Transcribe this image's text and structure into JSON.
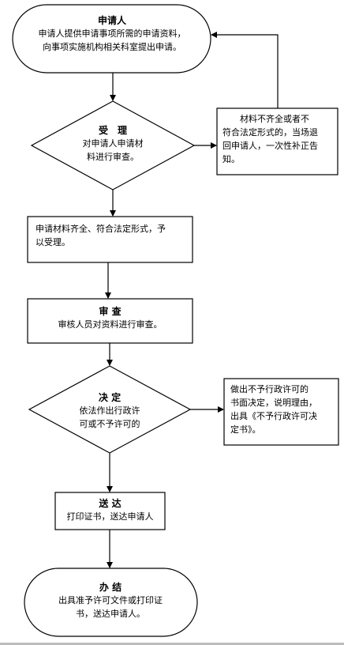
{
  "applicant": {
    "title": "申请人",
    "lines": [
      "申请人提供申请事项所需的申请资料，",
      "向事项实施机构相关科室提出申请。"
    ]
  },
  "acceptance": {
    "title": "受　理",
    "lines": [
      "对申请人申请材",
      "料进行审查。"
    ]
  },
  "incomplete": {
    "lines": [
      "　　材料不齐全或者不",
      "符合法定形式的，当场退",
      "回申请人，一次性补正告",
      "知。"
    ]
  },
  "accepted": {
    "lines": [
      "申请材料齐全、符合法定形式，予",
      "以受理。"
    ]
  },
  "review": {
    "title": "审 查",
    "lines": [
      "审核人员对资料进行审查。"
    ]
  },
  "decision": {
    "title": "决 定",
    "lines": [
      "依法作出行政许",
      "可或不予许可的"
    ]
  },
  "rejection": {
    "lines": [
      "做出不予行政许可的",
      "书面决定，说明理由，",
      "出具《不予行政许可决",
      "定书》。"
    ]
  },
  "delivery": {
    "title": "送 达",
    "lines": [
      "打印证书，送达申请人"
    ]
  },
  "complete": {
    "title": "办 结",
    "lines": [
      "出具准予许可文件或打印证",
      "书，送达申请人。"
    ]
  }
}
